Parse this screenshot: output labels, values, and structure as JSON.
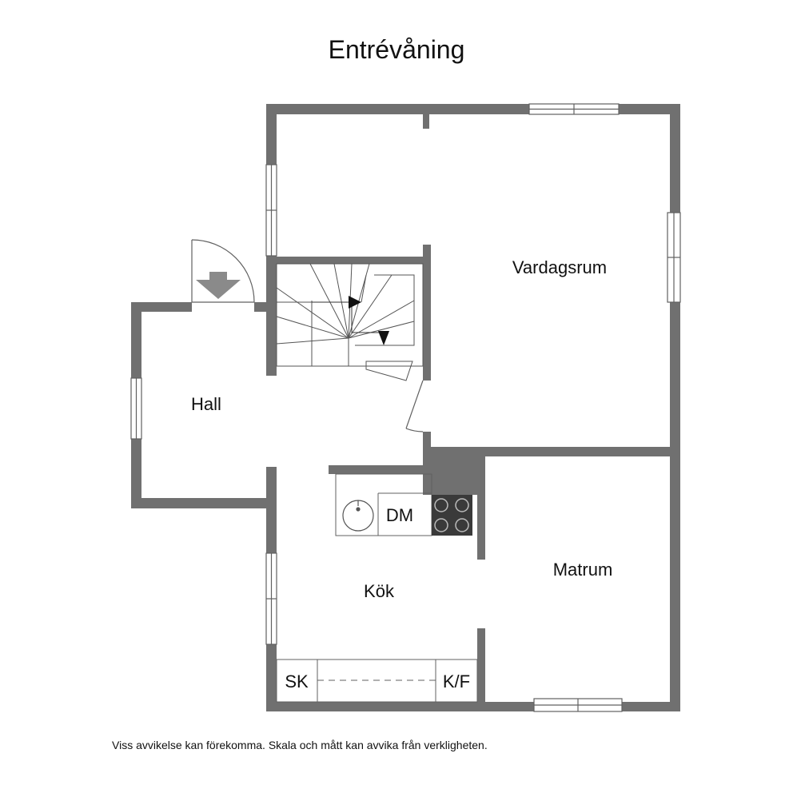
{
  "title": "Entrévåning",
  "disclaimer": "Viss avvikelse kan förekomma. Skala och mått kan avvika från verkligheten.",
  "rooms": {
    "vardagsrum": "Vardagsrum",
    "hall": "Hall",
    "kok": "Kök",
    "matrum": "Matrum"
  },
  "fixtures": {
    "dishwasher": "DM",
    "storage_cabinet": "SK",
    "fridge_freezer": "K/F"
  },
  "icons": {
    "entrance": "entrance-arrow-icon",
    "sink": "sink-icon",
    "stove": "stove-icon"
  },
  "colors": {
    "wall": "#707070",
    "stove": "#3a3a3a",
    "arrow": "#8a8a8a"
  }
}
